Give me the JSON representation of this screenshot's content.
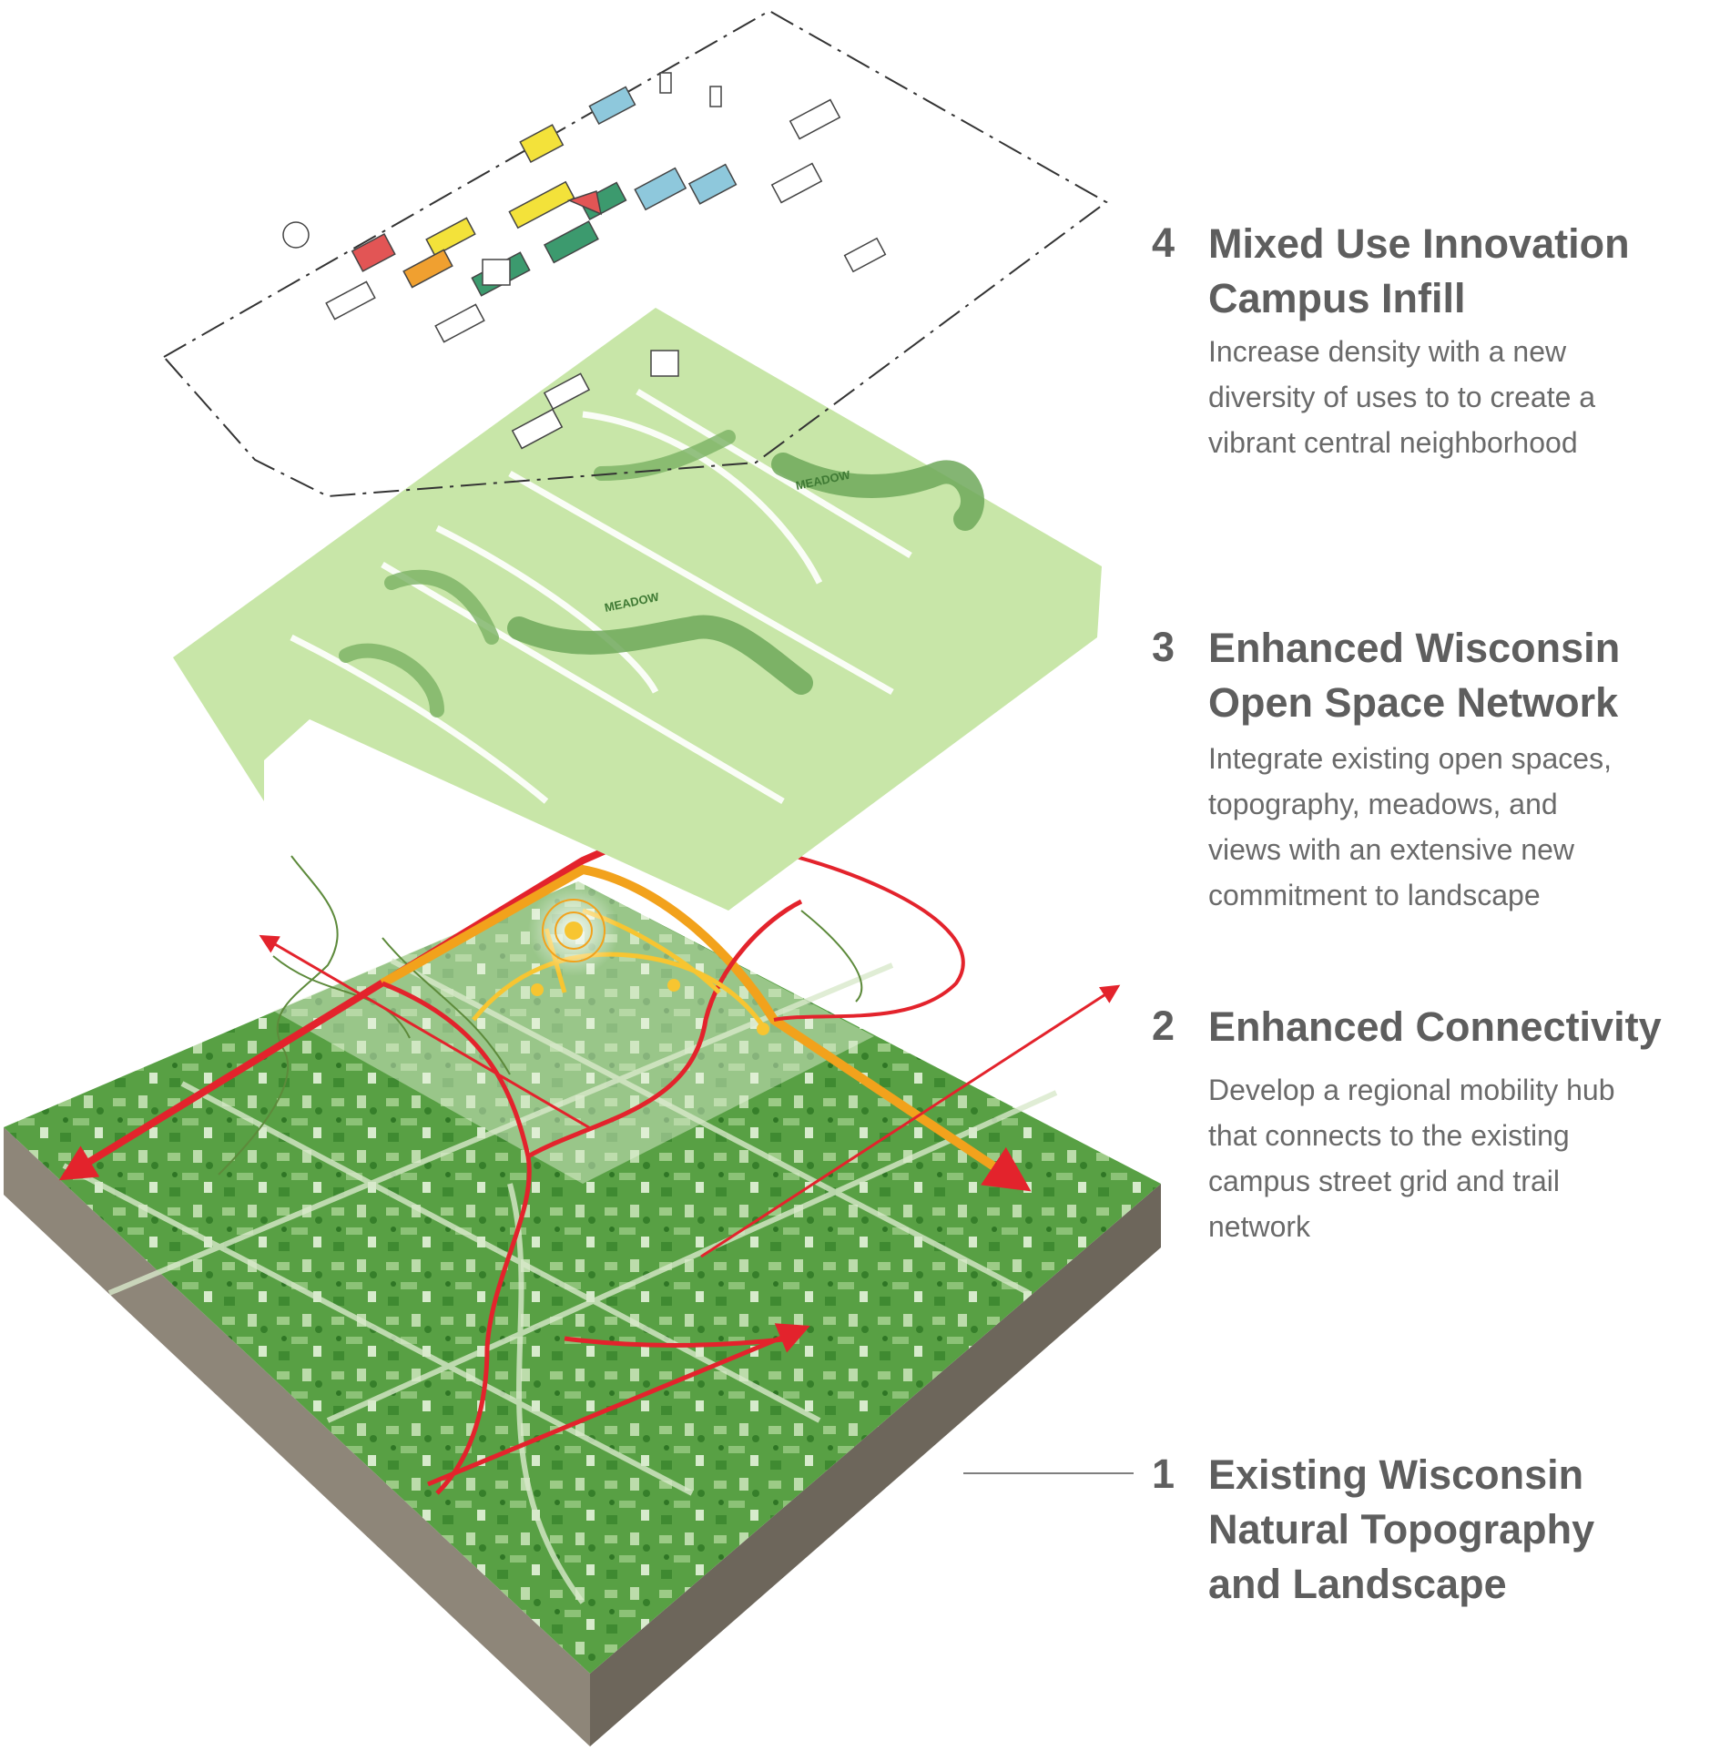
{
  "layers": [
    {
      "number": "4",
      "title_lines": [
        "Mixed Use Innovation",
        "Campus Infill"
      ],
      "description_lines": [
        "Increase density with a new",
        "diversity of uses to to create a",
        "vibrant central neighborhood"
      ]
    },
    {
      "number": "3",
      "title_lines": [
        "Enhanced Wisconsin",
        "Open Space Network"
      ],
      "description_lines": [
        "Integrate existing open spaces,",
        "topography, meadows, and",
        "views with an extensive new",
        "commitment to landscape"
      ]
    },
    {
      "number": "2",
      "title_lines": [
        "Enhanced Connectivity"
      ],
      "description_lines": [
        "Develop a regional mobility hub",
        "that connects to the existing",
        "campus street grid and trail",
        "network"
      ]
    },
    {
      "number": "1",
      "title_lines": [
        "Existing Wisconsin",
        "Natural Topography",
        "and Landscape"
      ],
      "description_lines": []
    }
  ],
  "map_labels": {
    "meadow_upper": "MEADOW",
    "meadow_lower": "MEADOW"
  },
  "colors": {
    "text": "#5e5e5e",
    "topo_green": "#4f9b3c",
    "open_space_green": "#c8e6a8",
    "meadow_green": "#6fa85a",
    "connection_red": "#e3232c",
    "connection_orange": "#f2a21c",
    "connection_yellow": "#f7c531",
    "base_soil": "#8e8679",
    "building_yellow": "#f3e23a",
    "building_green": "#3c9a6e",
    "building_blue": "#8ec8dc",
    "building_red": "#e25555",
    "building_orange": "#f0a030"
  }
}
